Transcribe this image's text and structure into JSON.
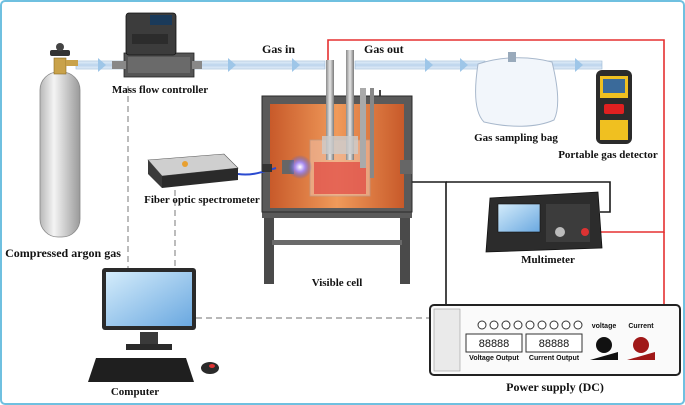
{
  "labels": {
    "compressed_argon_gas": "Compressed argon gas",
    "mass_flow_controller": "Mass flow controller",
    "gas_in": "Gas in",
    "gas_out": "Gas out",
    "gas_sampling_bag": "Gas sampling bag",
    "portable_gas_detector": "Portable gas detector",
    "fiber_optic_spectrometer": "Fiber optic spectrometer",
    "visible_cell": "Visible cell",
    "multimeter": "Multimeter",
    "computer": "Computer",
    "power_supply": "Power supply (DC)"
  },
  "power_supply_panel": {
    "voltage_output": "Voltage Output",
    "current_output": "Current Output",
    "voltage": "voltage",
    "current": "Current",
    "voltage_digits": "88888",
    "current_digits": "88888"
  },
  "colors": {
    "gas_tube": "#c9ddf0",
    "wire_red": "#e53030",
    "wire_black": "#1a1a1a",
    "data_dashed": "#9a9a9a",
    "furnace_inner": "#d9703a",
    "border": "#6fc0e0"
  }
}
